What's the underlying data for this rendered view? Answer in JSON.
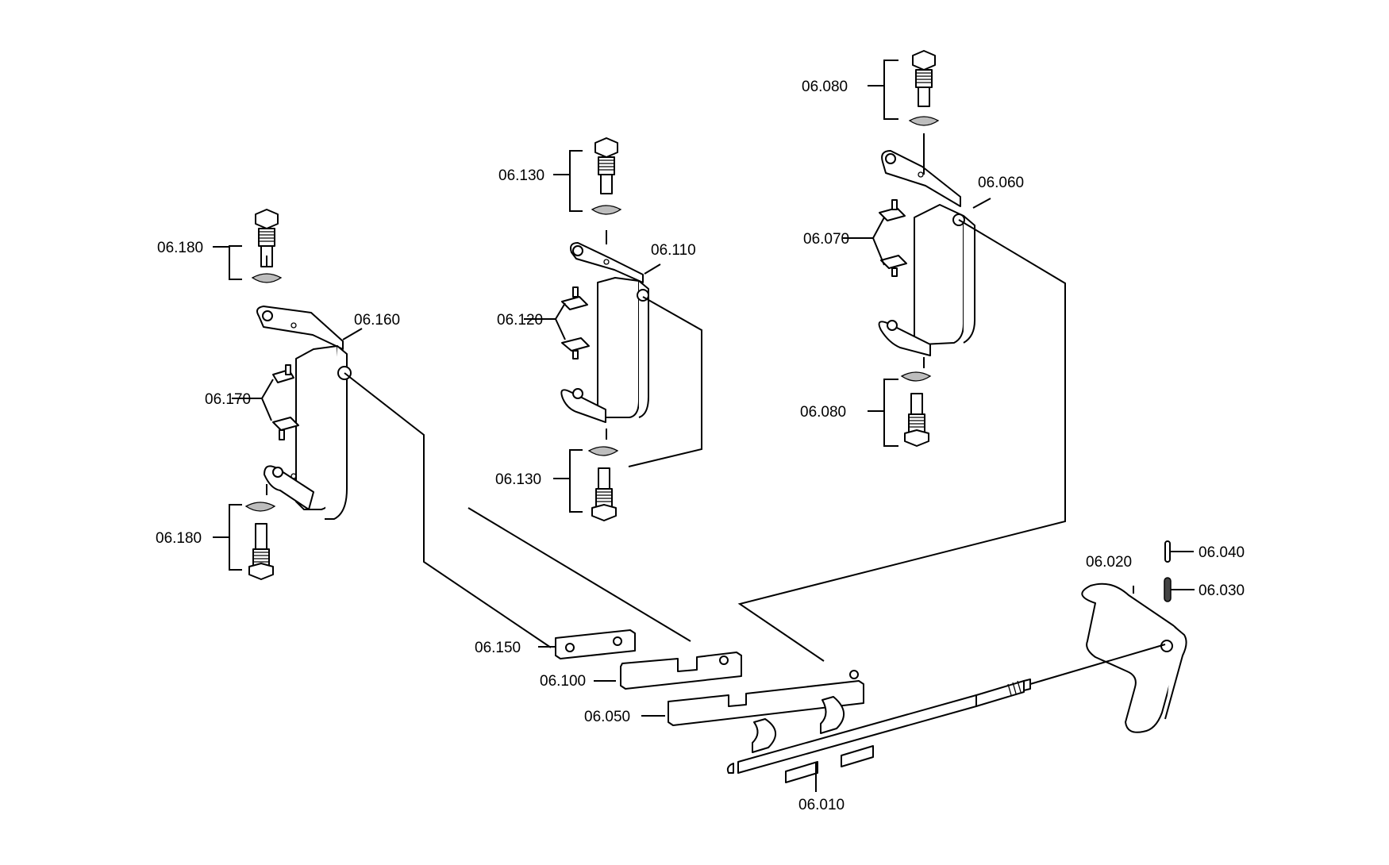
{
  "labels": {
    "l06_010": "06.010",
    "l06_020": "06.020",
    "l06_030": "06.030",
    "l06_040": "06.040",
    "l06_050": "06.050",
    "l06_060": "06.060",
    "l06_070": "06.070",
    "l06_080a": "06.080",
    "l06_080b": "06.080",
    "l06_100": "06.100",
    "l06_110": "06.110",
    "l06_120": "06.120",
    "l06_130a": "06.130",
    "l06_130b": "06.130",
    "l06_150": "06.150",
    "l06_160": "06.160",
    "l06_170": "06.170",
    "l06_180a": "06.180",
    "l06_180b": "06.180"
  }
}
